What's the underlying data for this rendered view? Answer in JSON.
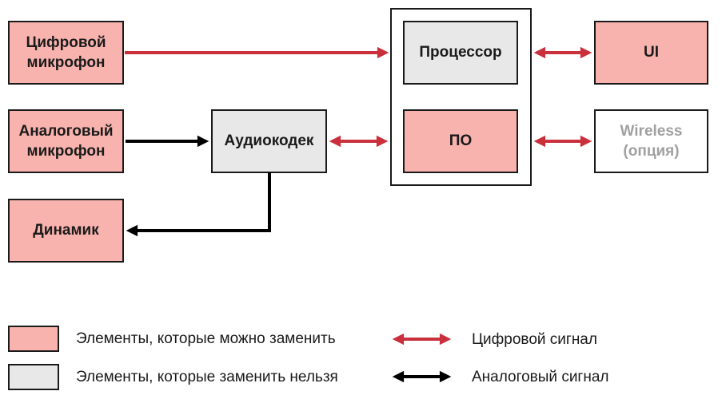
{
  "diagram": {
    "title": "Audio device architecture block diagram",
    "colors": {
      "replaceable_fill": "#f9b3ae",
      "non_replaceable_fill": "#e8e8e8",
      "digital_signal": "#c9303c",
      "analog_signal": "#000000",
      "border": "#1a1a1a",
      "optional_text": "#a0a0a0",
      "background": "#ffffff"
    },
    "nodes": {
      "digital_mic": {
        "label": "Цифровой микрофон",
        "kind": "replaceable"
      },
      "analog_mic": {
        "label": "Аналоговый микрофон",
        "kind": "replaceable"
      },
      "speaker": {
        "label": "Динамик",
        "kind": "replaceable"
      },
      "audio_codec": {
        "label": "Аудиокодек",
        "kind": "non-replaceable"
      },
      "processor": {
        "label": "Процессор",
        "kind": "non-replaceable"
      },
      "software": {
        "label": "ПО",
        "kind": "replaceable"
      },
      "ui": {
        "label": "UI",
        "kind": "replaceable"
      },
      "wireless": {
        "label": "Wireless (опция)",
        "kind": "optional"
      }
    },
    "connections": {
      "digital_mic_to_processor": {
        "type": "digital",
        "direction": "one-way"
      },
      "analog_mic_to_audio_codec": {
        "type": "analog",
        "direction": "one-way"
      },
      "audio_codec_to_software": {
        "type": "digital",
        "direction": "two-way"
      },
      "processor_to_ui": {
        "type": "digital",
        "direction": "two-way"
      },
      "software_to_wireless": {
        "type": "digital",
        "direction": "two-way"
      },
      "audio_codec_to_speaker": {
        "type": "analog",
        "direction": "one-way"
      }
    },
    "legend": {
      "replaceable_label": "Элементы, которые можно заменить",
      "non_replaceable_label": "Элементы, которые заменить нельзя",
      "digital_label": "Цифровой сигнал",
      "analog_label": "Аналоговый сигнал"
    }
  }
}
